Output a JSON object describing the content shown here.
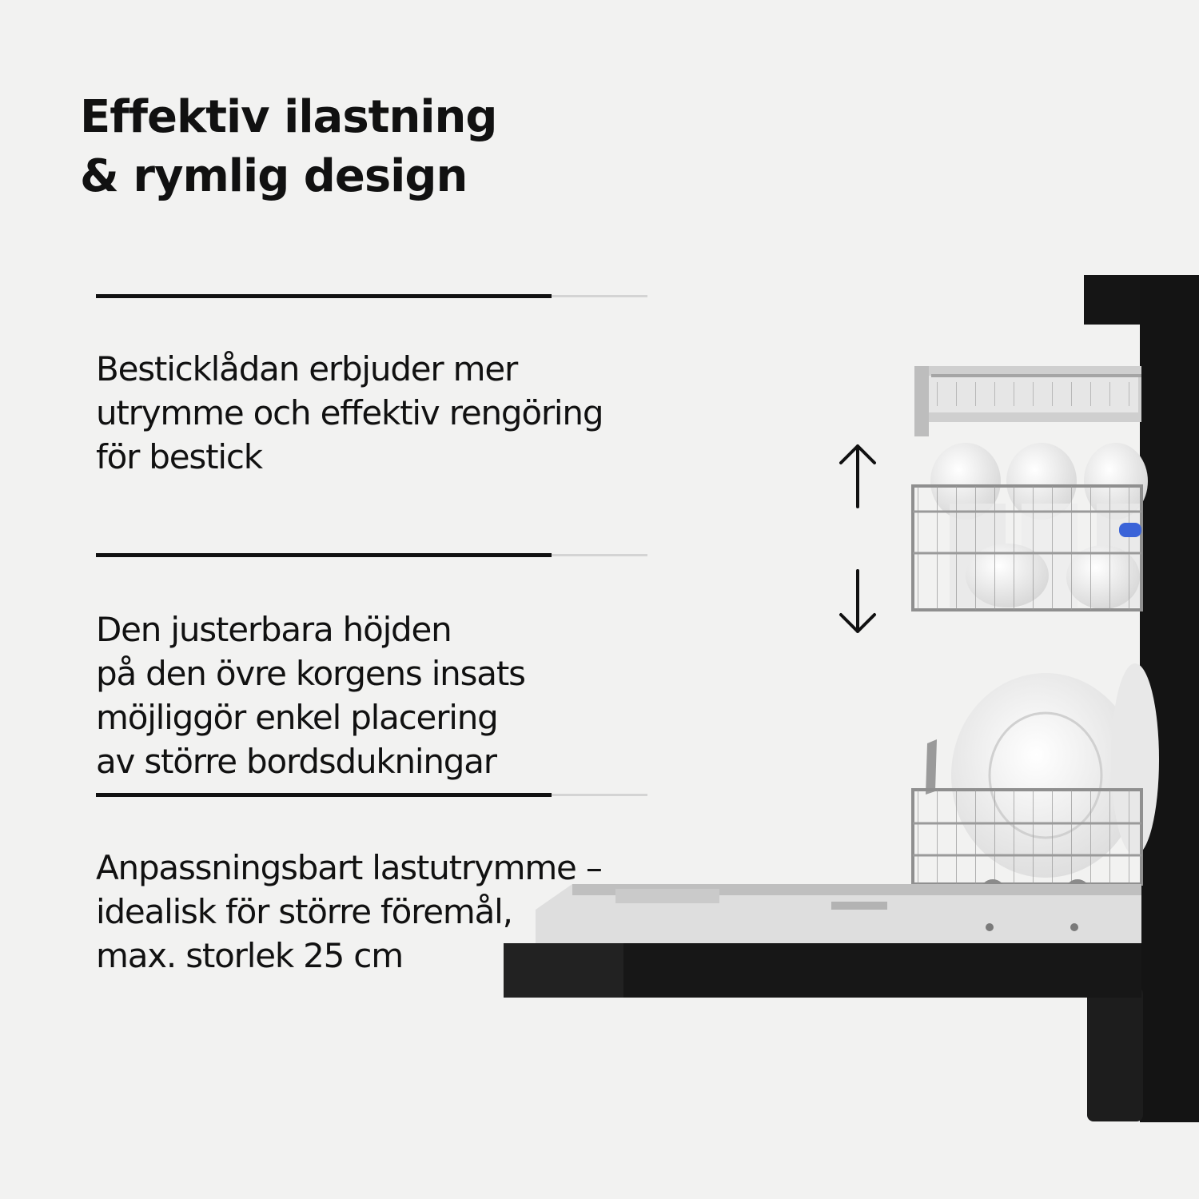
{
  "heading": {
    "lines": [
      "Effektiv ilastning",
      "& rymlig design"
    ]
  },
  "features": [
    {
      "lines": [
        "Besticklådan erbjuder mer",
        "utrymme och effektiv rengöring",
        "för bestick"
      ]
    },
    {
      "lines": [
        "Den justerbara höjden",
        "på den övre korgens insats",
        "möjliggör enkel placering",
        "av större bordsdukningar"
      ]
    },
    {
      "lines": [
        "Anpassningsbart lastutrymme –",
        "idealisk för större föremål,",
        "max. storlek 25 cm"
      ]
    }
  ],
  "icons": {
    "up": "arrow-up-icon",
    "down": "arrow-down-icon"
  },
  "colors": {
    "background": "#f2f2f1",
    "text": "#111111",
    "divider_dark": "#111111",
    "divider_light": "#d4d4d4",
    "appliance": "#151515",
    "accent": "#3a63d8"
  }
}
